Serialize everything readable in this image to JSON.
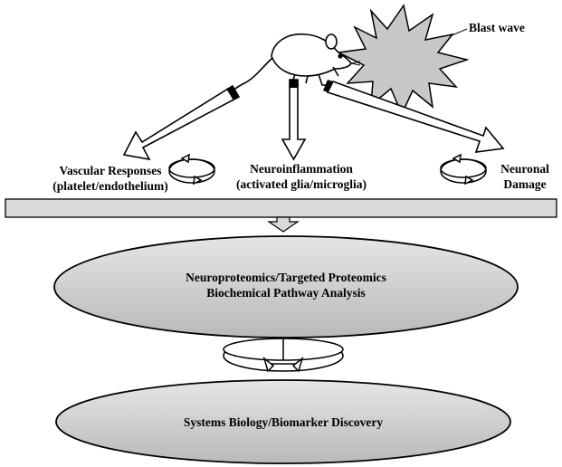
{
  "source": {
    "label": "Blast wave"
  },
  "responses": [
    {
      "line1": "Vascular Responses",
      "line2": "(platelet/endothelium)"
    },
    {
      "line1": "Neuroinflammation",
      "line2": "(activated glia/microglia)"
    },
    {
      "line1": "Neuronal",
      "line2": "Damage"
    }
  ],
  "analysis": {
    "line1": "Neuroproteomics/Targeted Proteomics",
    "line2": "Biochemical Pathway Analysis"
  },
  "discovery": {
    "label": "Systems Biology/Biomarker Discovery"
  },
  "colors": {
    "ellipse_fill": "#cfcfcf",
    "bar_fill": "#d9d9d9",
    "burst_fill": "#c8c8c8",
    "stroke": "#000000"
  }
}
